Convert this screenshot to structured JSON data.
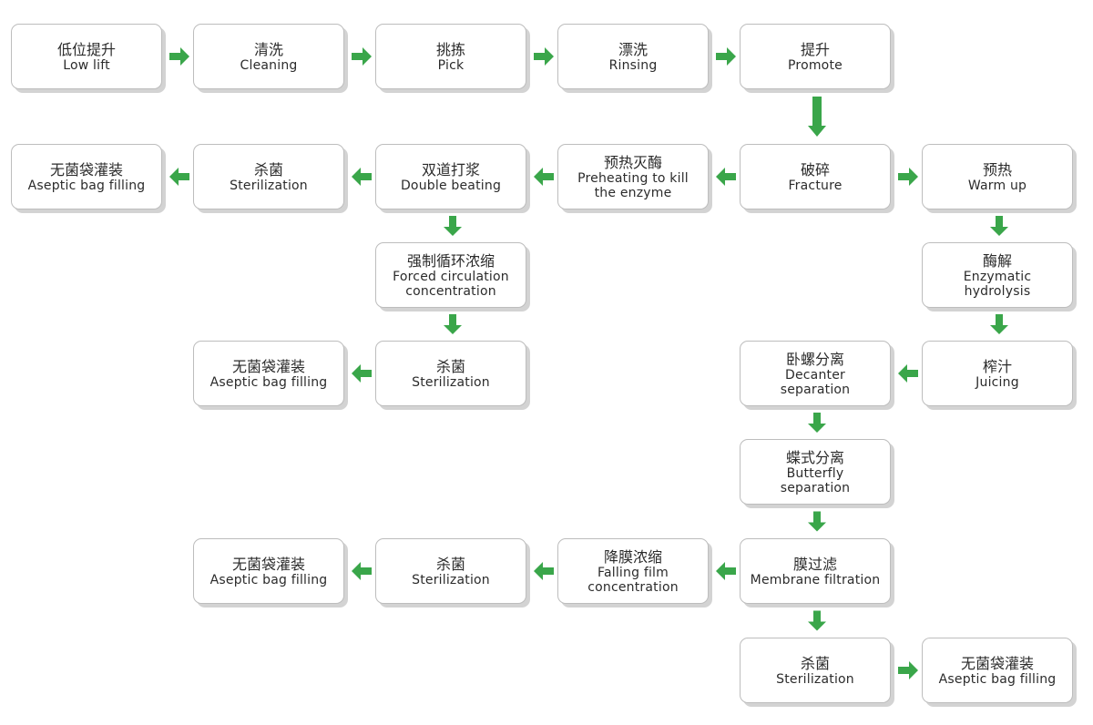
{
  "colors": {
    "arrow": "#3aa64a",
    "box_border": "#bdbdbd",
    "shadow": "#d3d3d3",
    "text": "#2b2b2b"
  },
  "nodes": [
    {
      "id": "low-lift",
      "zh": "低位提升",
      "en": "Low  lift"
    },
    {
      "id": "cleaning",
      "zh": "清洗",
      "en": "Cleaning"
    },
    {
      "id": "pick",
      "zh": "挑拣",
      "en": "Pick"
    },
    {
      "id": "rinsing",
      "zh": "漂洗",
      "en": "Rinsing"
    },
    {
      "id": "promote",
      "zh": "提升",
      "en": "Promote"
    },
    {
      "id": "aseptic-1",
      "zh": "无菌袋灌装",
      "en": "Aseptic bag filling"
    },
    {
      "id": "sterilization-1",
      "zh": "杀菌",
      "en": "Sterilization"
    },
    {
      "id": "double-beating",
      "zh": "双道打浆",
      "en": "Double beating"
    },
    {
      "id": "preheating-enzyme",
      "zh": "预热灭酶",
      "en": "Preheating to kill\nthe enzyme"
    },
    {
      "id": "fracture",
      "zh": "破碎",
      "en": "Fracture"
    },
    {
      "id": "warm-up",
      "zh": "预热",
      "en": "Warm up"
    },
    {
      "id": "forced-circulation",
      "zh": "强制循环浓缩",
      "en": "Forced circulation\nconcentration"
    },
    {
      "id": "enzymatic-hydrolysis",
      "zh": "酶解",
      "en": "Enzymatic\nhydrolysis"
    },
    {
      "id": "aseptic-2",
      "zh": "无菌袋灌装",
      "en": "Aseptic bag filling"
    },
    {
      "id": "sterilization-2",
      "zh": "杀菌",
      "en": "Sterilization"
    },
    {
      "id": "decanter",
      "zh": "卧螺分离",
      "en": "Decanter\nseparation"
    },
    {
      "id": "juicing",
      "zh": "榨汁",
      "en": "Juicing"
    },
    {
      "id": "butterfly",
      "zh": "蝶式分离",
      "en": "Butterfly\nseparation"
    },
    {
      "id": "aseptic-3",
      "zh": "无菌袋灌装",
      "en": "Aseptic bag filling"
    },
    {
      "id": "sterilization-3",
      "zh": "杀菌",
      "en": "Sterilization"
    },
    {
      "id": "falling-film",
      "zh": "降膜浓缩",
      "en": "Falling film\nconcentration"
    },
    {
      "id": "membrane",
      "zh": "膜过滤",
      "en": "Membrane filtration"
    },
    {
      "id": "sterilization-4",
      "zh": "杀菌",
      "en": "Sterilization"
    },
    {
      "id": "aseptic-4",
      "zh": "无菌袋灌装",
      "en": "Aseptic bag filling"
    }
  ],
  "edges": [
    [
      "low-lift",
      "cleaning"
    ],
    [
      "cleaning",
      "pick"
    ],
    [
      "pick",
      "rinsing"
    ],
    [
      "rinsing",
      "promote"
    ],
    [
      "promote",
      "fracture"
    ],
    [
      "fracture",
      "preheating-enzyme"
    ],
    [
      "preheating-enzyme",
      "double-beating"
    ],
    [
      "double-beating",
      "sterilization-1"
    ],
    [
      "sterilization-1",
      "aseptic-1"
    ],
    [
      "fracture",
      "warm-up"
    ],
    [
      "double-beating",
      "forced-circulation"
    ],
    [
      "forced-circulation",
      "sterilization-2"
    ],
    [
      "sterilization-2",
      "aseptic-2"
    ],
    [
      "warm-up",
      "enzymatic-hydrolysis"
    ],
    [
      "enzymatic-hydrolysis",
      "juicing"
    ],
    [
      "juicing",
      "decanter"
    ],
    [
      "decanter",
      "butterfly"
    ],
    [
      "butterfly",
      "membrane"
    ],
    [
      "membrane",
      "falling-film"
    ],
    [
      "falling-film",
      "sterilization-3"
    ],
    [
      "sterilization-3",
      "aseptic-3"
    ],
    [
      "membrane",
      "sterilization-4"
    ],
    [
      "sterilization-4",
      "aseptic-4"
    ]
  ]
}
